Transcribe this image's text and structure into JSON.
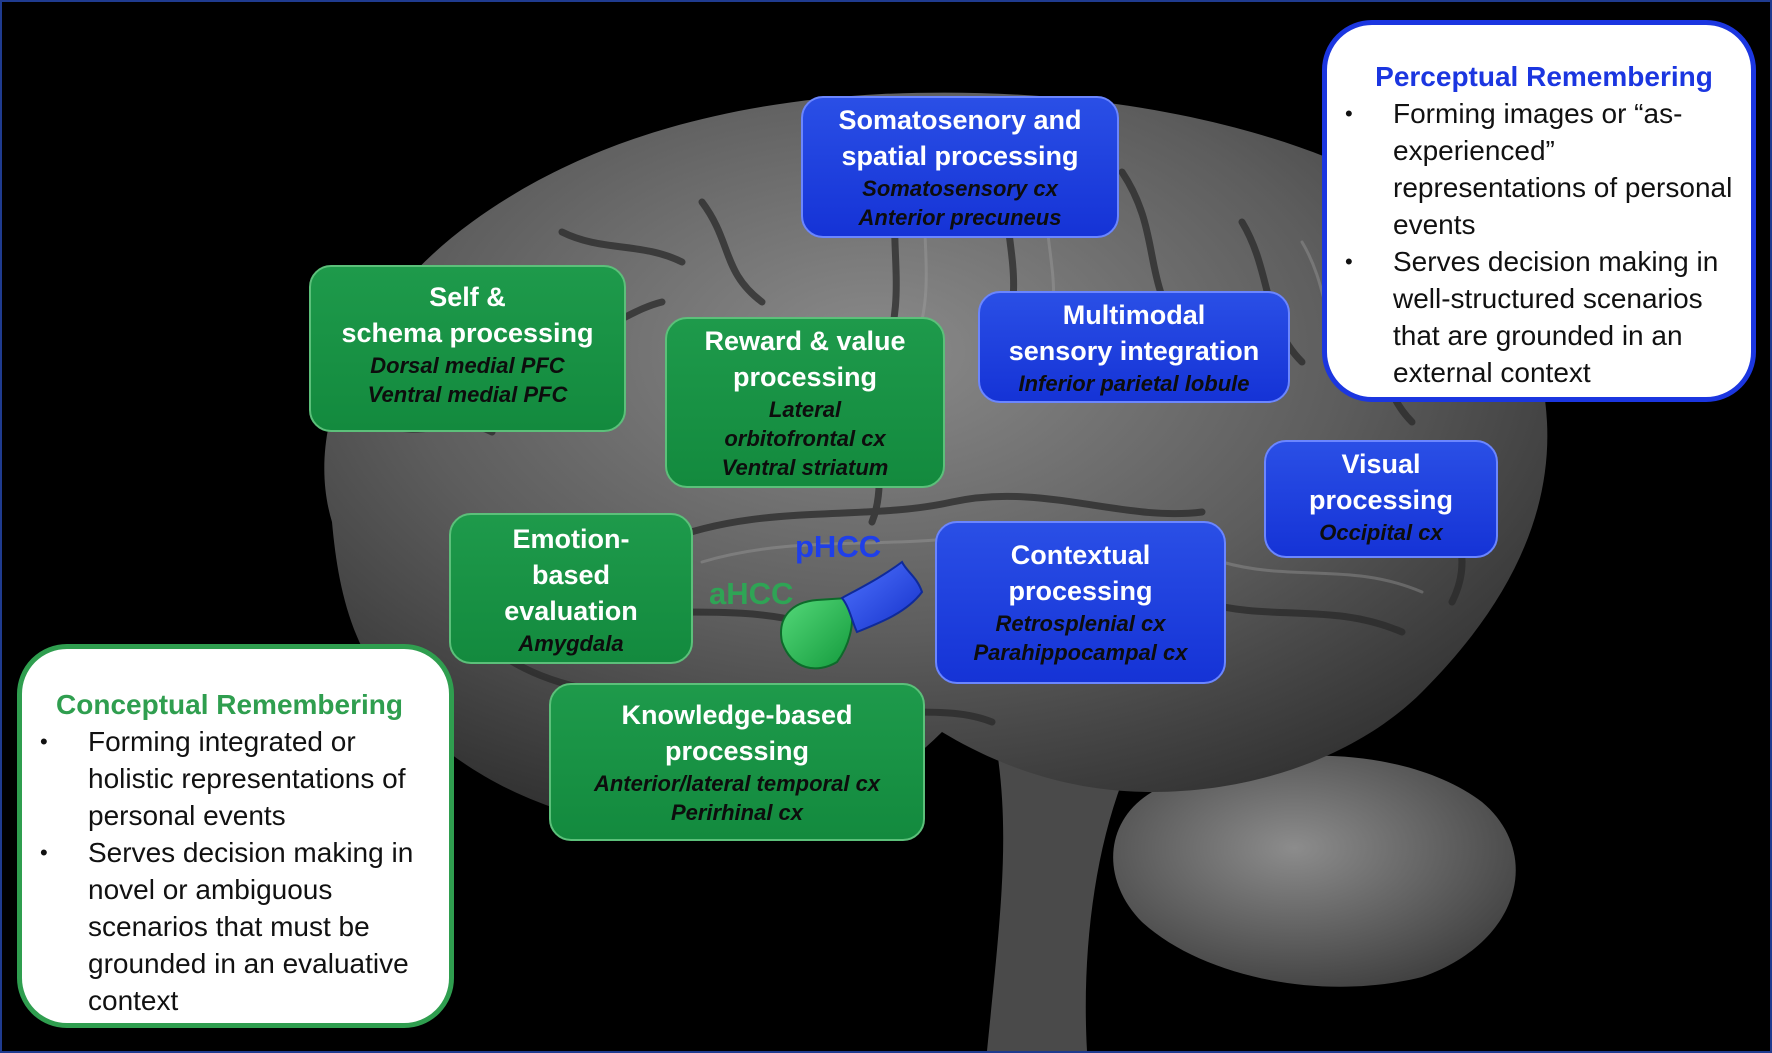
{
  "colors": {
    "conceptual": "#2f9e4f",
    "perceptual": "#1b36e0",
    "frame": "#1f3b8f",
    "background": "#000000"
  },
  "perceptual": {
    "title": "Perceptual Remembering",
    "bullets": [
      "Forming images or “as-experienced” representations of personal events",
      "Serves decision making in well-structured scenarios that are grounded in an external context"
    ]
  },
  "conceptual": {
    "title": "Conceptual Remembering",
    "bullets": [
      "Forming integrated or holistic representations of personal events",
      "Serves decision making in novel or ambiguous scenarios that must be grounded in an evaluative context"
    ]
  },
  "regions": {
    "somatosensory": {
      "title_lines": [
        "Somatosenory and",
        "spatial processing"
      ],
      "sub_lines": [
        "Somatosensory cx",
        "Anterior precuneus"
      ]
    },
    "self": {
      "title_lines": [
        "Self &",
        "schema processing"
      ],
      "sub_lines": [
        "Dorsal medial PFC",
        "Ventral medial PFC"
      ]
    },
    "reward": {
      "title_lines": [
        "Reward & value",
        "processing"
      ],
      "sub_lines": [
        "Lateral",
        "orbitofrontal  cx",
        "Ventral striatum"
      ]
    },
    "multimodal": {
      "title_lines": [
        "Multimodal",
        "sensory integration"
      ],
      "sub_lines": [
        "Inferior parietal lobule"
      ]
    },
    "visual": {
      "title_lines": [
        "Visual",
        "processing"
      ],
      "sub_lines": [
        "Occipital cx"
      ]
    },
    "emotion": {
      "title_lines": [
        "Emotion-",
        "based",
        "evaluation"
      ],
      "sub_lines": [
        "Amygdala"
      ]
    },
    "contextual": {
      "title_lines": [
        "Contextual",
        "processing"
      ],
      "sub_lines": [
        "Retrosplenial cx",
        "Parahippocampal cx"
      ]
    },
    "knowledge": {
      "title_lines": [
        "Knowledge-based",
        "processing"
      ],
      "sub_lines": [
        "Anterior/lateral temporal cx",
        "Perirhinal cx"
      ]
    }
  },
  "hcc": {
    "anterior": "aHCC",
    "posterior": "pHCC"
  }
}
